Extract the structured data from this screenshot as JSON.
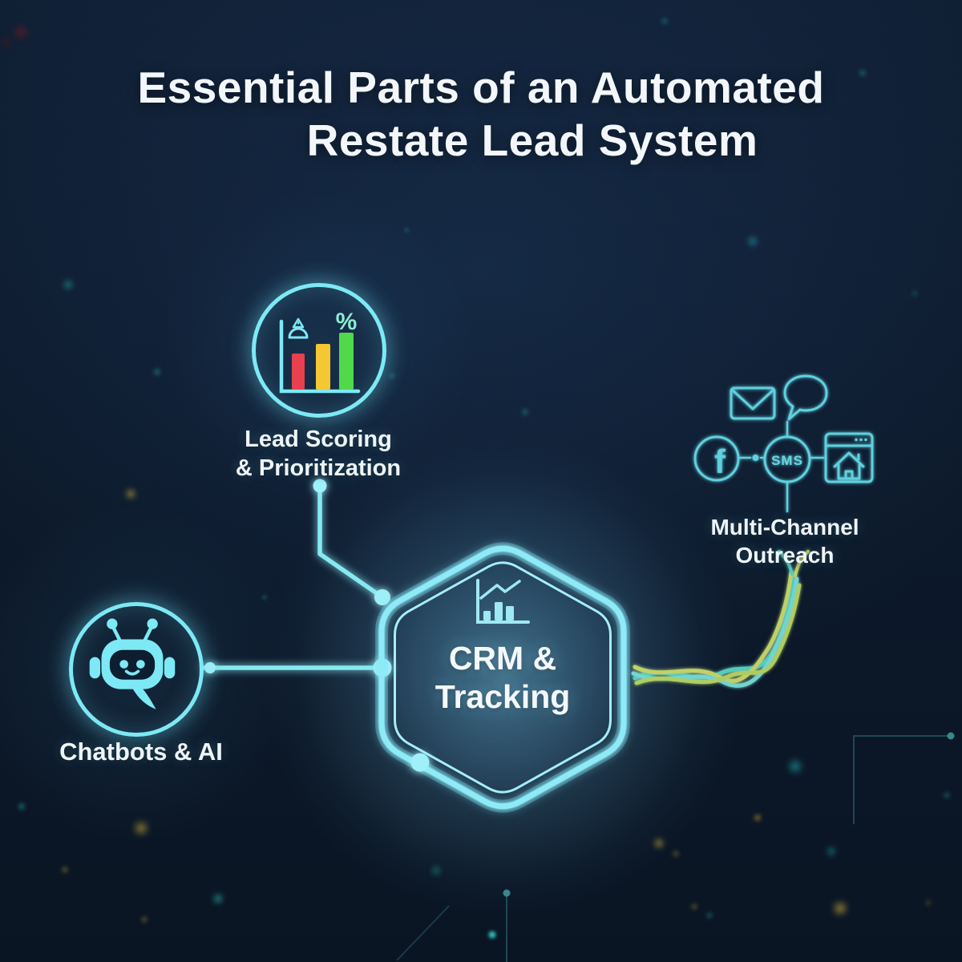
{
  "title": {
    "line1": "Essential Parts of an Automated",
    "line2": "Restate Lead System"
  },
  "nodes": {
    "lead_scoring": {
      "label_line1": "Lead Scoring",
      "label_line2": "& Prioritization",
      "percent_symbol": "%",
      "icon": "bar-chart-with-gauge-and-percent"
    },
    "chatbots": {
      "label": "Chatbots & AI",
      "icon": "robot-chatbot"
    },
    "crm_tracking": {
      "label_line1": "CRM &",
      "label_line2": "Tracking",
      "icon": "line-bar-chart",
      "shape": "glowing-double-hexagon"
    },
    "multi_channel": {
      "label_line1": "Multi-Channel",
      "label_line2": "Outreach",
      "sms_label": "SMS",
      "facebook_letter": "f",
      "icons": [
        "email-envelope",
        "speech-bubble",
        "facebook",
        "sms-circle",
        "browser-with-house"
      ]
    }
  },
  "colors": {
    "background_navy": "#0d1a2c",
    "accent_cyan": "#7de9f5",
    "icon_cyan": "#5fd0de",
    "bar_red": "#e8404e",
    "bar_yellow": "#f4c733",
    "bar_green": "#4fd94b",
    "cable_cyan": "#5fd9c9",
    "cable_yellow": "#cfe06e",
    "text_white": "#f3f7fb"
  }
}
